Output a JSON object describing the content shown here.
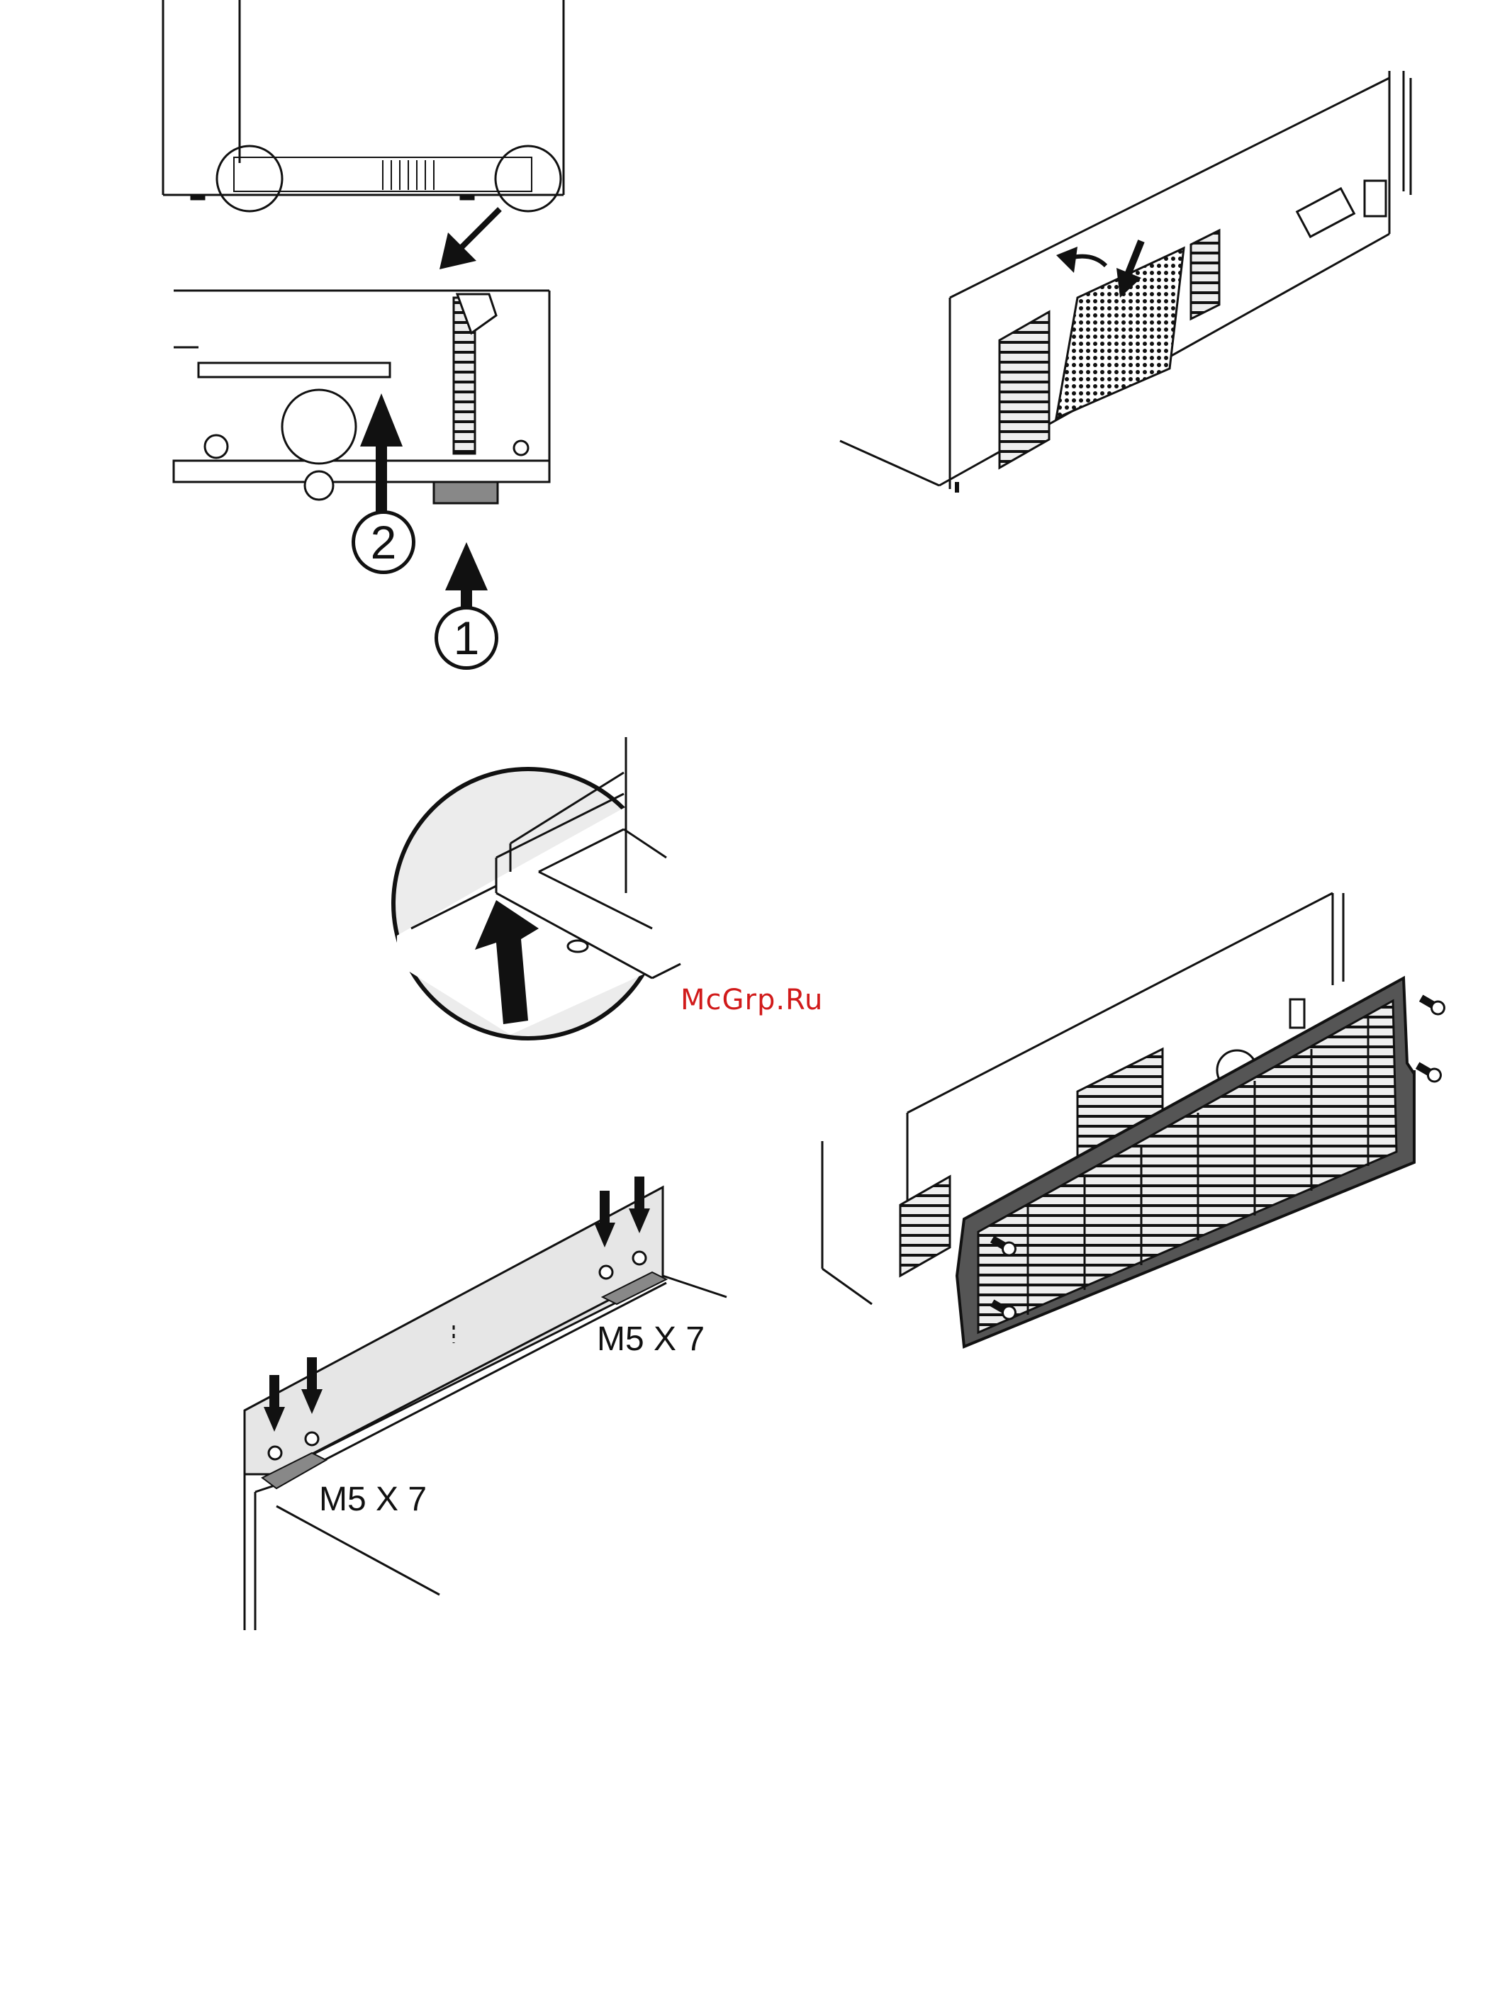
{
  "watermark": "McGrp.Ru",
  "callouts": {
    "one": "1",
    "two": "2"
  },
  "screw_labels": {
    "left": "M5 X 7",
    "right": "M5 X 7"
  },
  "colors": {
    "line": "#111111",
    "panel_fill": "#e6e6e6",
    "watermark": "#d11a1a"
  }
}
